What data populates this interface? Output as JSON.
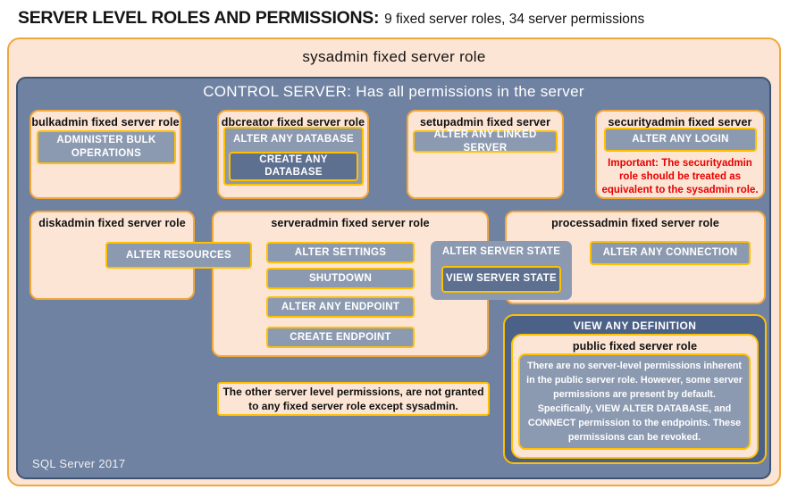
{
  "page": {
    "title_bold": "SERVER LEVEL ROLES AND PERMISSIONS:",
    "title_rest": "9 fixed server roles, 34 server permissions"
  },
  "sysadmin_box": {
    "label": "sysadmin fixed server role"
  },
  "control_server_box": {
    "label": "CONTROL SERVER: Has all permissions in the server",
    "footer": "SQL Server 2017"
  },
  "roles": {
    "bulkadmin": {
      "title": "bulkadmin fixed server role",
      "permission": "ADMINISTER BULK OPERATIONS"
    },
    "dbcreator": {
      "title": "dbcreator fixed server role",
      "permission": "ALTER ANY DATABASE",
      "nested_permission": "CREATE ANY DATABASE"
    },
    "setupadmin": {
      "title": "setupadmin fixed server role",
      "permission": "ALTER ANY LINKED SERVER"
    },
    "securityadmin": {
      "title": "securityadmin fixed server role",
      "permission": "ALTER ANY LOGIN",
      "warning": "Important: The securityadmin role should be treated as equivalent to the sysadmin role."
    },
    "diskadmin": {
      "title": "diskadmin fixed server role",
      "permission": "ALTER RESOURCES"
    },
    "serveradmin": {
      "title": "serveradmin fixed server role",
      "permissions": [
        "ALTER SETTINGS",
        "SHUTDOWN",
        "ALTER ANY ENDPOINT",
        "CREATE ENDPOINT"
      ],
      "shared_permission": "ALTER SERVER STATE",
      "nested_permission": "VIEW SERVER STATE"
    },
    "processadmin": {
      "title": "processadmin fixed server role",
      "permission": "ALTER ANY CONNECTION"
    },
    "public": {
      "shared_permission": "VIEW ANY DEFINITION",
      "title": "public fixed server role",
      "description": "There are no server-level permissions inherent in the public server role. However, some server permissions are present by default. Specifically, VIEW ALTER DATABASE, and CONNECT permission to the endpoints. These permissions can be revoked."
    }
  },
  "note": {
    "text": "The other server level permissions, are not granted to any fixed server role except sysadmin."
  },
  "colors": {
    "peach_fill": "#FCE5D5",
    "outer_border": "#F2A73B",
    "gold_border": "#FFC000",
    "slate_blue_fill": "#6F82A2",
    "permission_fill": "#8C9AB1",
    "nested_permission_fill": "#5D7090",
    "definition_panel_fill": "#4C6187",
    "warning_red": "#E80000"
  }
}
